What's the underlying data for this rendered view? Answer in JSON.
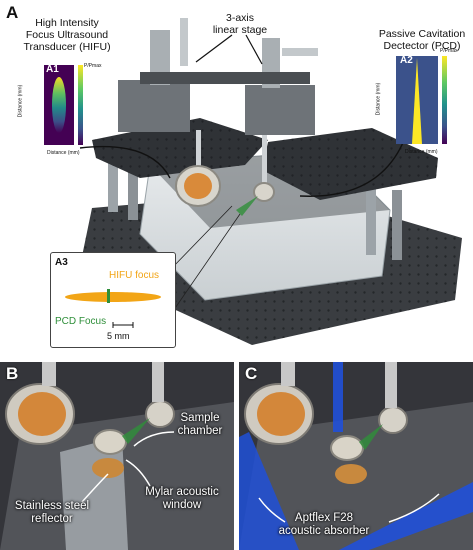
{
  "panel_a": {
    "letter": "A",
    "hifu_label": [
      "High Intensity",
      "Focus Ultrasound",
      "Transducer (HIFU)"
    ],
    "stage_label": [
      "3-axis",
      "linear stage"
    ],
    "pcd_label": [
      "Passive Cavitation",
      "Dectector (PCD)"
    ],
    "inset_a1": {
      "tag": "A1",
      "ylabel": "Distance (mm)",
      "xlabel": "Distance (mm)",
      "colorbar": "P/Pmax"
    },
    "inset_a2": {
      "tag": "A2",
      "ylabel": "Distance (mm)",
      "xlabel": "Distance (mm)",
      "colorbar": "P/Pmax"
    },
    "inset_a3": {
      "tag": "A3",
      "hifu_focus": "HIFU focus",
      "pcd_focus": "PCD Focus",
      "scale": "5 mm"
    }
  },
  "panel_b": {
    "letter": "B",
    "sample_chamber": [
      "Sample",
      "chamber"
    ],
    "reflector": [
      "Stainless steel",
      "reflector"
    ],
    "mylar": [
      "Mylar acoustic",
      "window"
    ]
  },
  "panel_c": {
    "letter": "C",
    "absorber": [
      "Aptflex F28",
      "acoustic absorber"
    ]
  },
  "colors": {
    "hifu_orange": "#f2a516",
    "pcd_green": "#2f8f3a",
    "absorber_blue": "#2050d8",
    "viridis_low": "#440154",
    "viridis_high": "#fde725"
  }
}
